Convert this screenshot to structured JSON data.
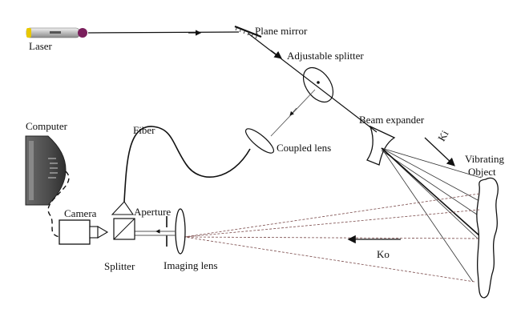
{
  "labels": {
    "laser": "Laser",
    "plane_mirror": "Plane mirror",
    "adjustable_splitter": "Adjustable splitter",
    "beam_expander": "Beam expander",
    "ki": "Ki",
    "vibrating_object_line1": "Vibrating",
    "vibrating_object_line2": "Object",
    "ko": "Ko",
    "coupled_lens": "Coupled lens",
    "fiber": "Fiber",
    "computer": "Computer",
    "camera": "Camera",
    "aperture": "Aperture",
    "splitter": "Splitter",
    "imaging_lens": "Imaging lens"
  },
  "colors": {
    "line": "#111111",
    "laser_body": "#d9d9d9",
    "laser_cap": "#e8c800",
    "laser_tip": "#7a1f5c",
    "monitor": "#555555",
    "object_fill": "#ffffff",
    "dashed_ray": "#7a4a4a"
  }
}
